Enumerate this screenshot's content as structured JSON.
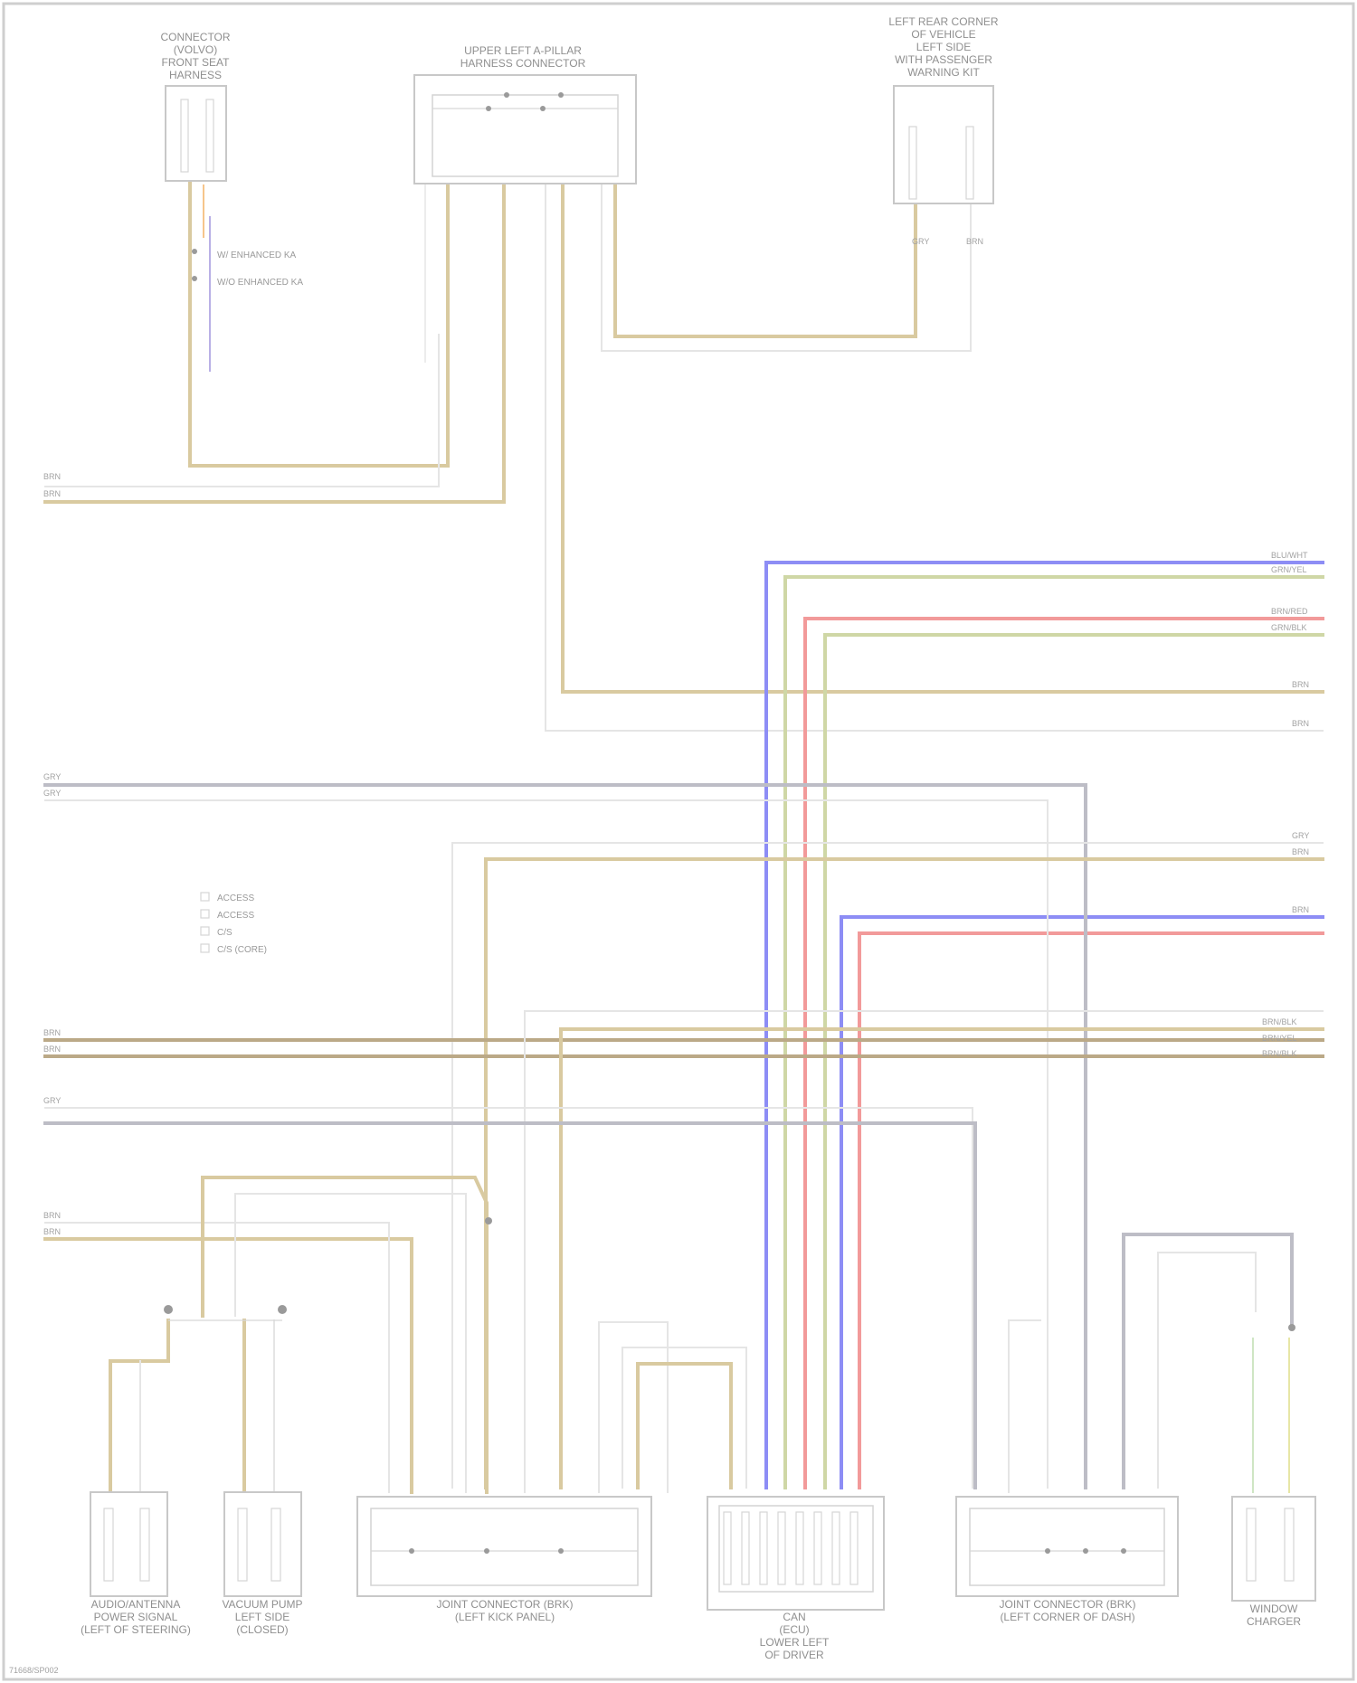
{
  "components": {
    "c1": {
      "l1": "CONNECTOR",
      "l2": "(VOLVO)",
      "l3": "FRONT SEAT",
      "l4": "HARNESS"
    },
    "c2": {
      "l1": "UPPER LEFT A-PILLAR",
      "l2": "HARNESS CONNECTOR"
    },
    "c3": {
      "l1": "LEFT REAR CORNER",
      "l2": "OF VEHICLE",
      "l3": "LEFT SIDE",
      "l4": "WITH PASSENGER",
      "l5": "WARNING KIT"
    },
    "c4": {
      "l1": "AUDIO/ANTENNA",
      "l2": "POWER SIGNAL",
      "l3": "(LEFT OF STEERING)"
    },
    "c5": {
      "l1": "VACUUM PUMP",
      "l2": "LEFT SIDE",
      "l3": "(CLOSED)"
    },
    "c6": {
      "l1": "JOINT CONNECTOR (BRK)",
      "l2": "(LEFT KICK PANEL)"
    },
    "c7": {
      "l1": "CAN",
      "l2": "(ECU)",
      "l3": "LOWER LEFT",
      "l4": "OF DRIVER"
    },
    "c8": {
      "l1": "JOINT CONNECTOR (BRK)",
      "l2": "(LEFT CORNER OF DASH)"
    },
    "c9": {
      "l1": "WINDOW",
      "l2": "CHARGER"
    }
  },
  "legend": {
    "a": "ACCESS",
    "b": "ACCESS",
    "c": "C/S",
    "d": "C/S  (CORE)"
  },
  "notes": {
    "n1": "W/ ENHANCED KA",
    "n2": "W/O ENHANCED KA"
  },
  "wire_colors": {
    "tan": "#d9caa0",
    "grey": "#bdbdc6",
    "blue": "#8d8df5",
    "red": "#f29a9a",
    "green": "#cfd7a6",
    "orange": "#f6c58a"
  },
  "wire_labels": {
    "w1": "BRN",
    "w2": "BRN",
    "w3": "GRY",
    "w4": "BRN",
    "w5": "BRN",
    "w6": "BLU/WHT",
    "w7": "GRN/YEL",
    "w8": "BRN/RED",
    "w9": "GRN/BLK",
    "w10": "BRN",
    "w11": "BRN",
    "w12": "GRY",
    "w13": "BRN",
    "w14": "BRN",
    "w15": "BRN/BLK",
    "w16": "BRN/YEL",
    "w17": "BRN/BLK",
    "w18": "GRY",
    "w19": "BRN",
    "w20": "BRN",
    "w21": "GRY",
    "w22": "BRN",
    "w23": "GRY"
  },
  "footer": {
    "id": "71668/SP002"
  }
}
